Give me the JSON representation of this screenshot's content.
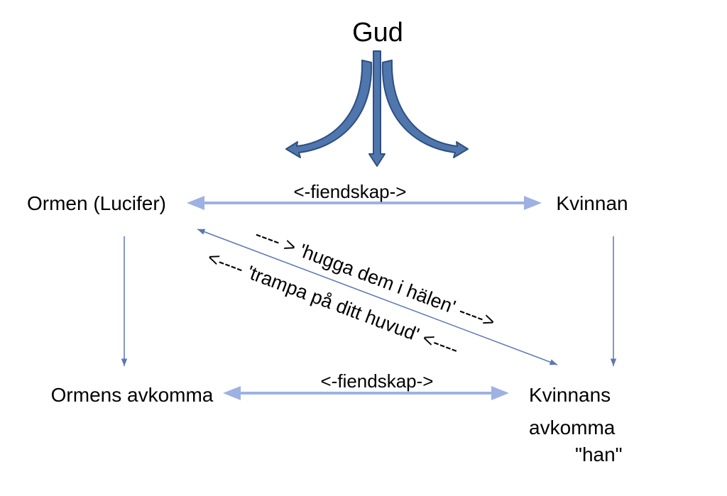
{
  "nodes": {
    "god": "Gud",
    "serpent": "Ormen (Lucifer)",
    "woman": "Kvinnan",
    "serpent_offspring": "Ormens avkomma",
    "woman_offspring_line1": "Kvinnans",
    "woman_offspring_line2": "avkomma",
    "woman_offspring_line3": "\"han\""
  },
  "edges": {
    "enmity_top": "<-fiendskap->",
    "enmity_bottom": "<-fiendskap->",
    "strike_heel": "---- > 'hugga dem i hälen' ---->",
    "crush_head": "<---- 'trampa på ditt huvud' <----"
  },
  "colors": {
    "arrow_light": "#9db2e3",
    "arrow_thin": "#5a76b4",
    "god_arrow_fill": "#4f76ad",
    "god_arrow_stroke": "#2f4f7f"
  }
}
